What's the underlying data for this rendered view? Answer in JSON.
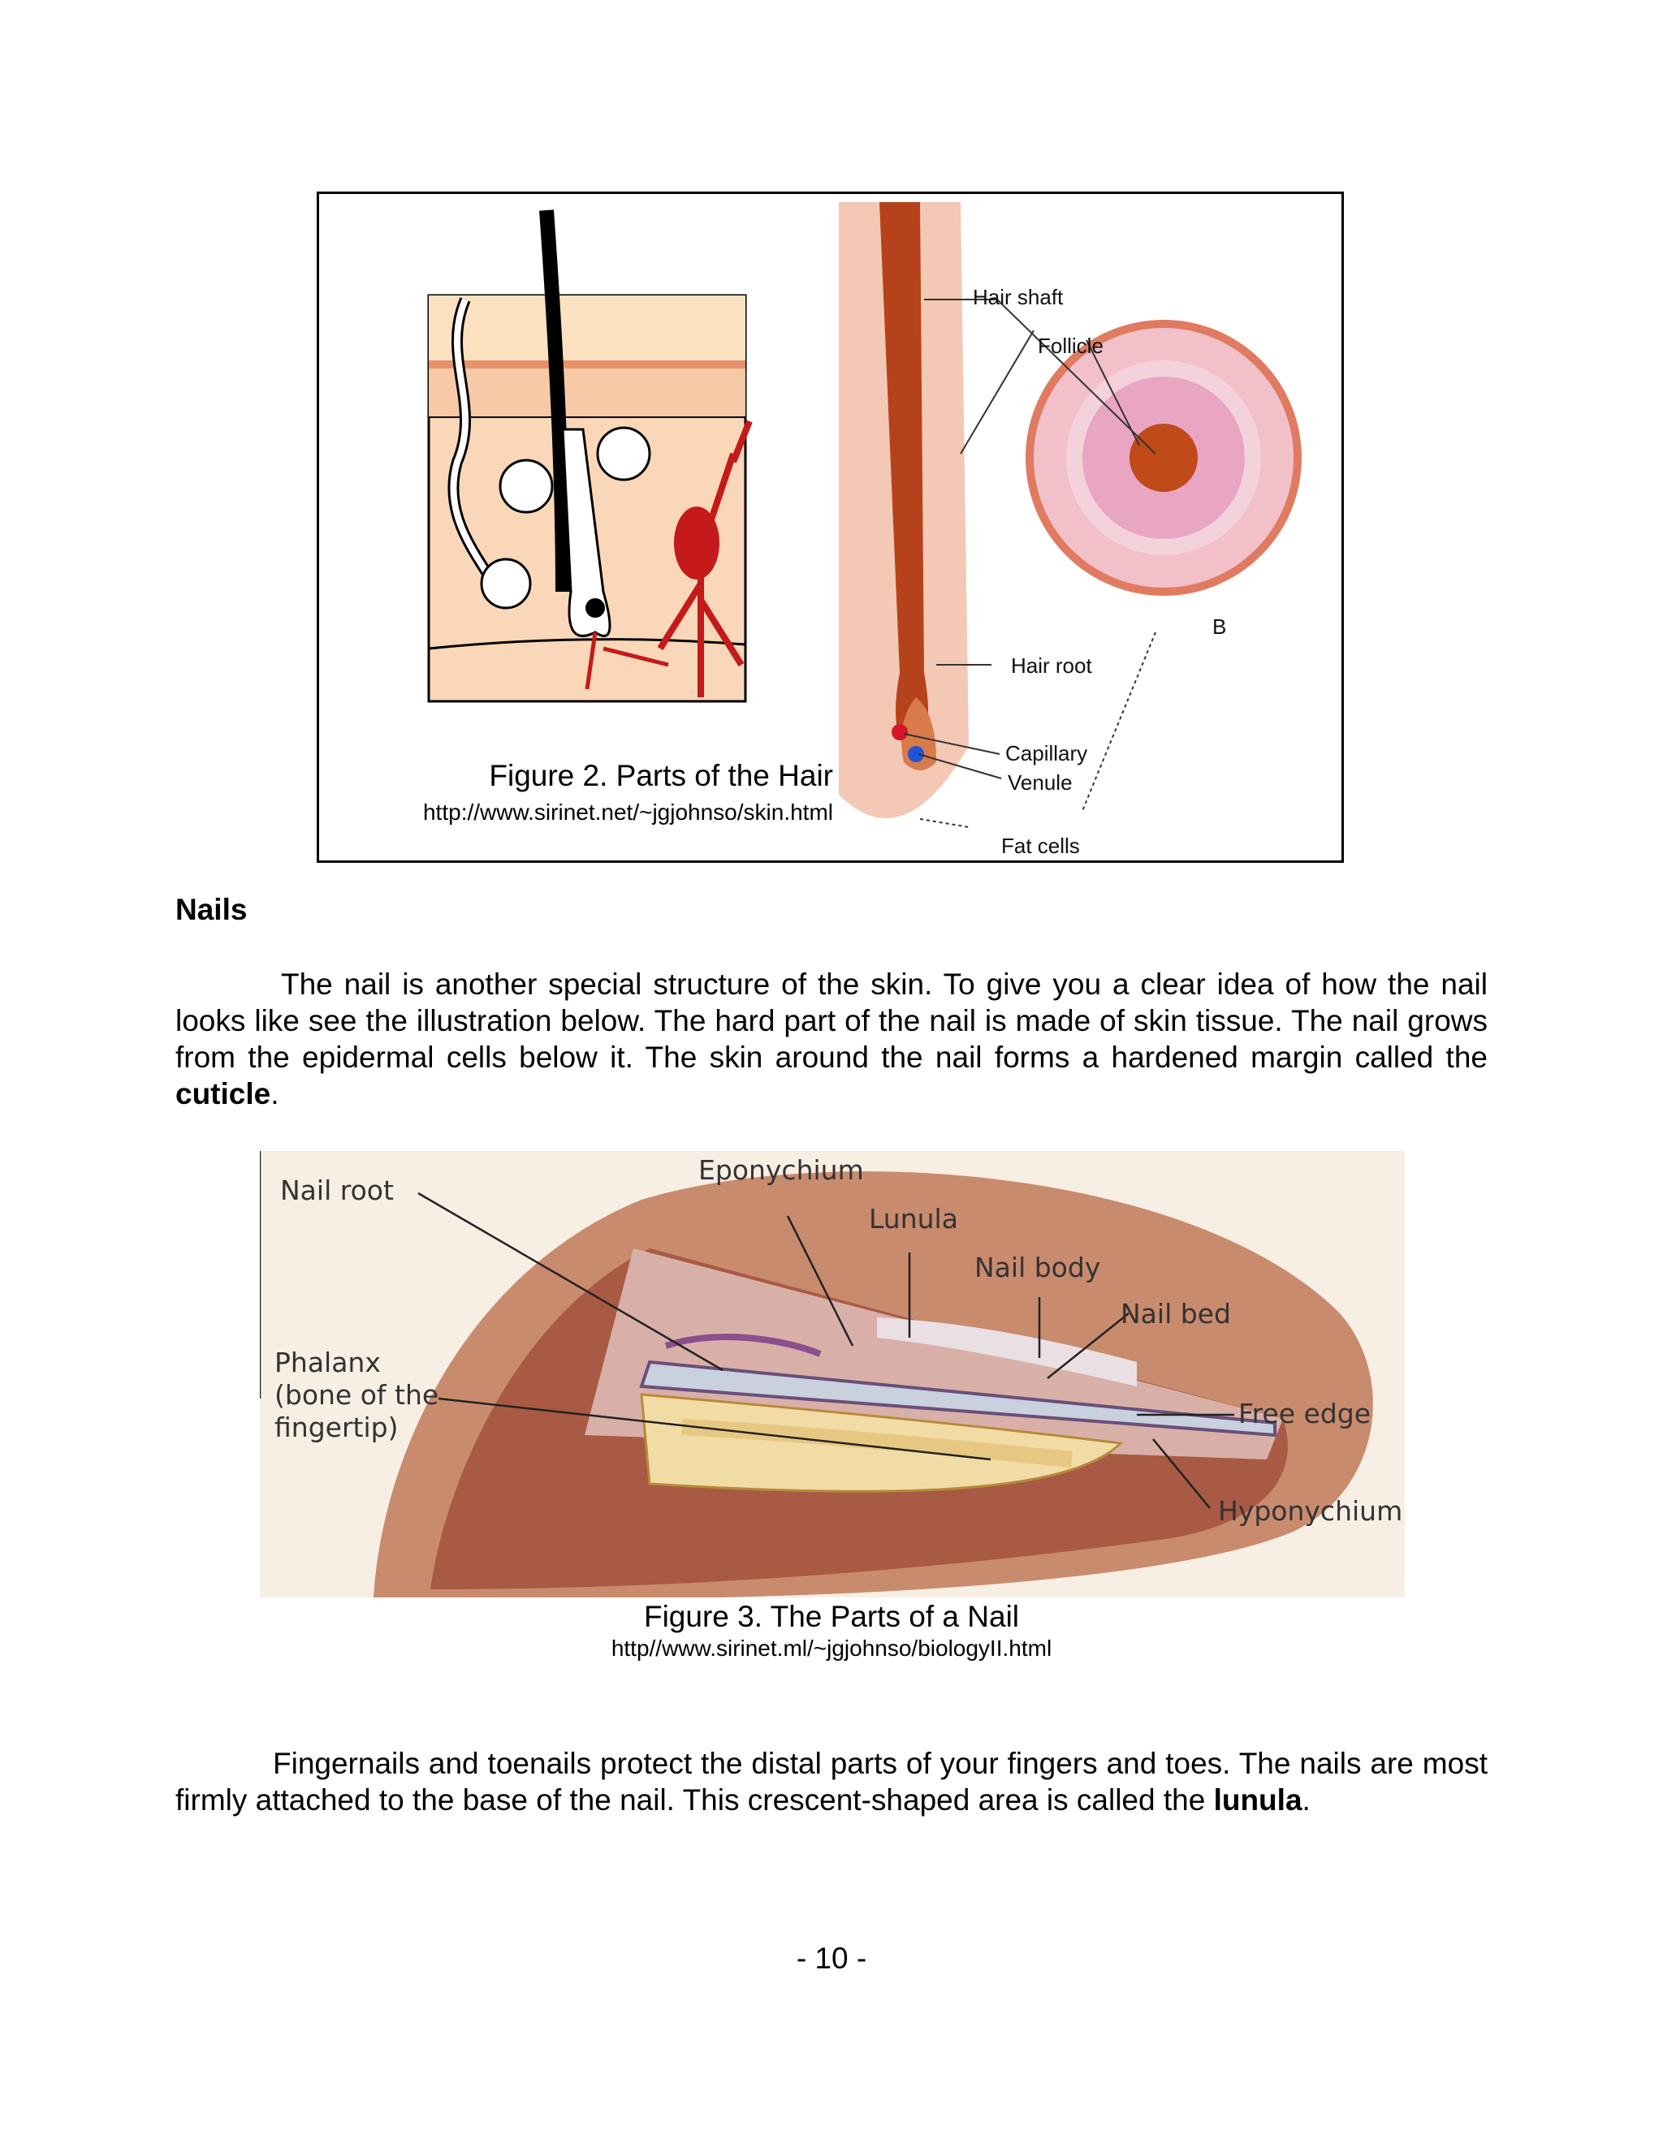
{
  "figure2": {
    "caption": "Figure 2.  Parts of the Hair",
    "url": "http://www.sirinet.net/~jgjohnso/skin.html",
    "labels": {
      "hair_shaft": "Hair shaft",
      "follicle": "Follicle",
      "b": "B",
      "hair_root": "Hair root",
      "capillary": "Capillary",
      "venule": "Venule",
      "fat_cells": "Fat cells"
    }
  },
  "section_heading": "Nails",
  "paragraph1": {
    "text": "The nail is another special structure of the skin.  To give you a clear idea of how the nail looks like see the illustration below.  The hard part of the nail is made of skin tissue.  The nail grows from the epidermal cells below it.  The skin around the nail forms a hardened margin called the ",
    "bold": "cuticle",
    "end": "."
  },
  "figure3": {
    "caption": "Figure 3.  The Parts of a Nail",
    "url": "http//www.sirinet.ml/~jgjohnso/biologyII.html",
    "labels": {
      "nail_root": "Nail root",
      "eponychium": "Eponychium",
      "lunula": "Lunula",
      "nail_body": "Nail body",
      "nail_bed": "Nail bed",
      "phalanx_1": "Phalanx",
      "phalanx_2": "(bone of the",
      "phalanx_3": "fingertip)",
      "free_edge": "Free edge",
      "hyponychium": "Hyponychium"
    }
  },
  "paragraph2": {
    "text": "Fingernails and toenails protect the distal parts of your fingers and toes.  The nails are most firmly attached to the base of the nail.  This crescent-shaped area is called the ",
    "bold": "lunula",
    "end": "."
  },
  "page_number": "- 10 -"
}
